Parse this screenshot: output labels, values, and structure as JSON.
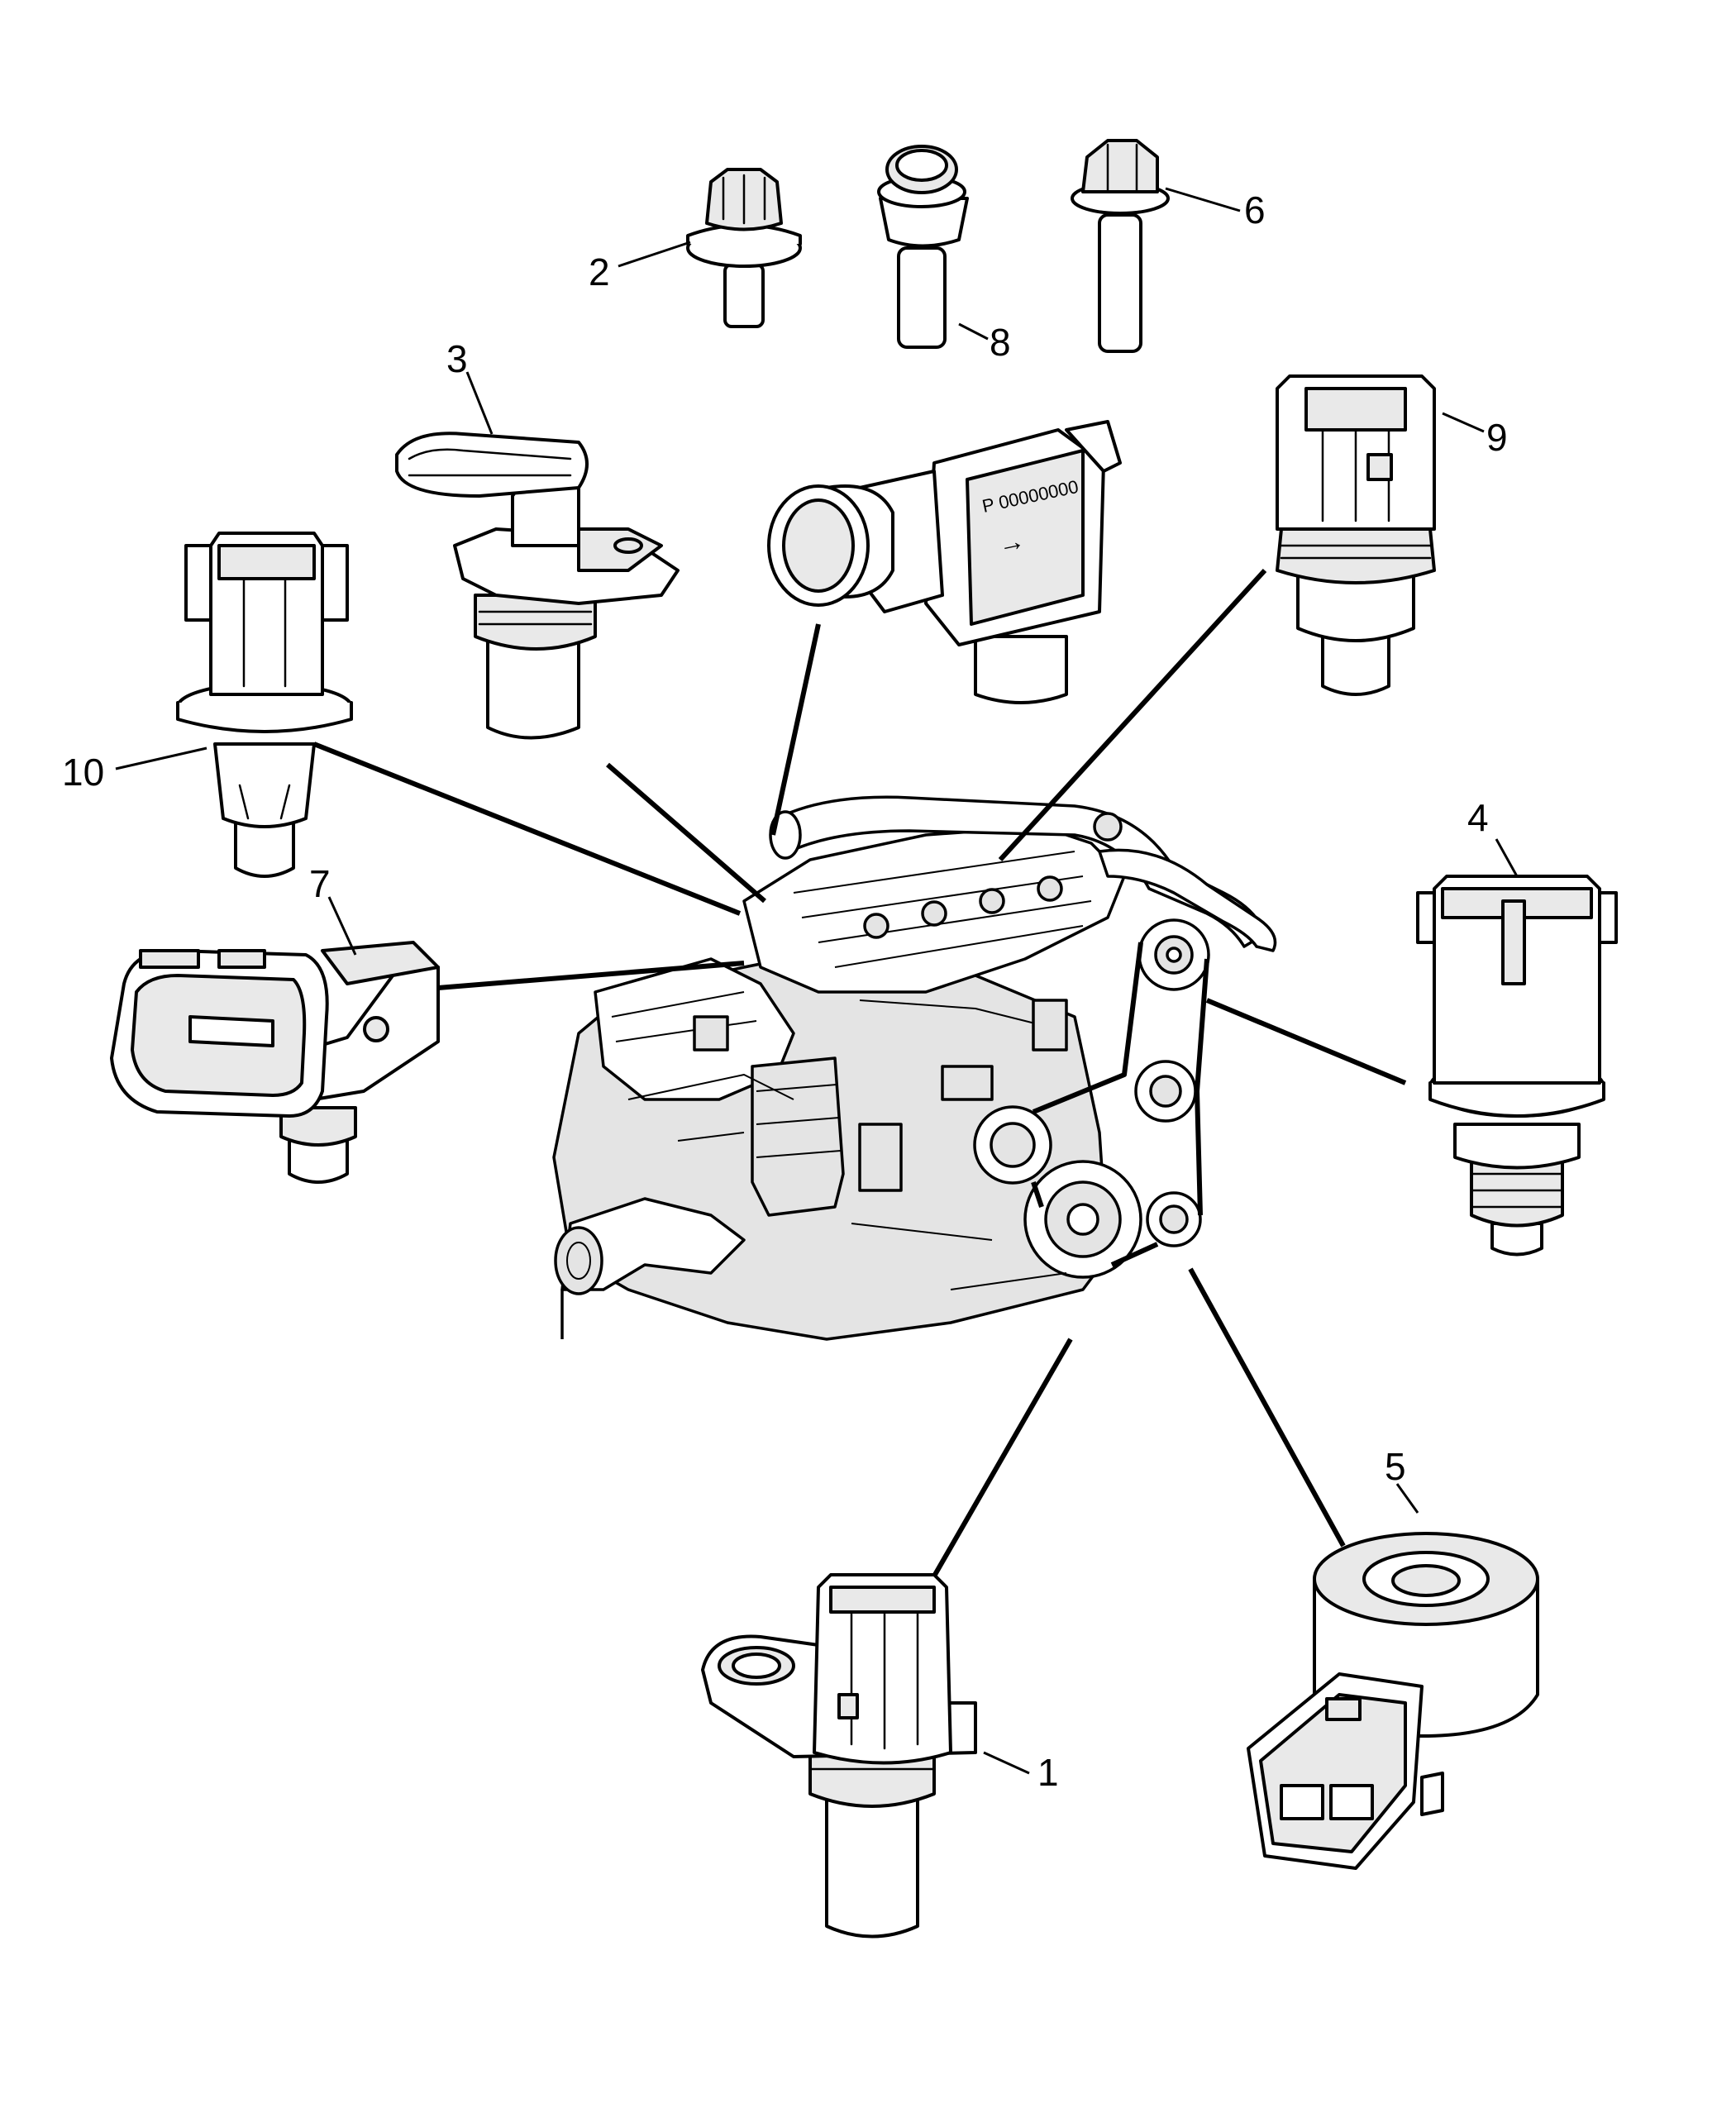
{
  "callouts": {
    "c1": "1",
    "c2": "2",
    "c3": "3",
    "c4": "4",
    "c5": "5",
    "c6": "6",
    "c7": "7",
    "c8": "8",
    "c9": "9",
    "c10": "10"
  },
  "parts": [
    {
      "id": "crankshaft-position-sensor",
      "callout": "1",
      "icon": "sensor-icon"
    },
    {
      "id": "torx-bolt",
      "callout": "2",
      "icon": "bolt-icon"
    },
    {
      "id": "camshaft-position-sensor",
      "callout": "3",
      "icon": "sensor-icon"
    },
    {
      "id": "coolant-temperature-sensor",
      "callout": "4",
      "icon": "sensor-icon"
    },
    {
      "id": "knock-sensor",
      "callout": "5",
      "icon": "sensor-icon"
    },
    {
      "id": "hex-bolt",
      "callout": "6",
      "icon": "bolt-icon"
    },
    {
      "id": "map-sensor",
      "callout": "7",
      "icon": "sensor-icon"
    },
    {
      "id": "knock-sensor-bolt",
      "callout": "8",
      "icon": "bolt-icon"
    },
    {
      "id": "oil-pressure-sensor",
      "callout": "9",
      "icon": "sensor-icon"
    },
    {
      "id": "intake-air-temperature-sensor",
      "callout": "10",
      "icon": "sensor-icon"
    }
  ],
  "map_sensor_label_lines": [
    "P 00000000",
    "→"
  ],
  "colors": {
    "ink": "#000000",
    "paper": "#ffffff"
  }
}
